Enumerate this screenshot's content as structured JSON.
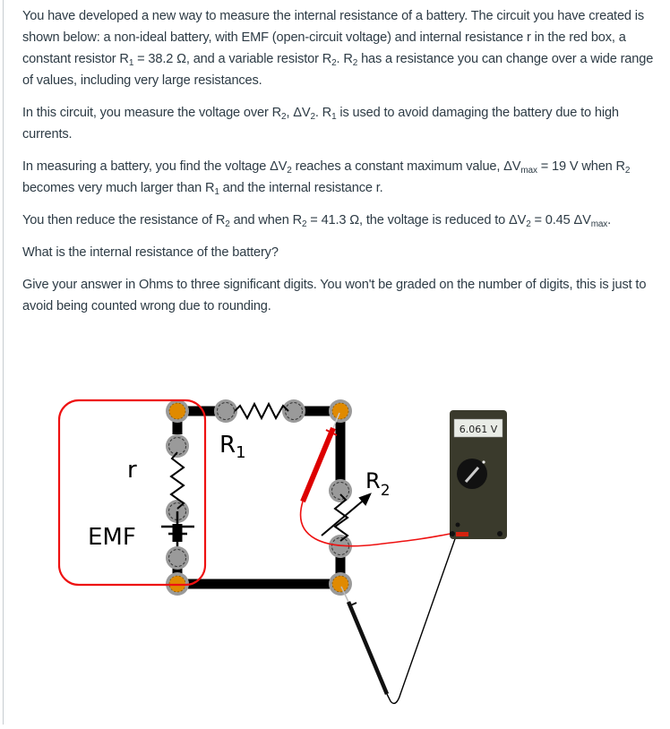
{
  "question": {
    "p1": {
      "a": "You have developed a new way to measure the internal resistance of a battery. The circuit you have created is shown below: a non-ideal battery, with EMF (open-circuit voltage) and internal resistance r in the red box, a constant resistor R",
      "sub1": "1",
      "b": " = 38.2 Ω, and a variable resistor R",
      "sub2": "2",
      "c": ". R",
      "sub3": "2",
      "d": " has a resistance you can change over a wide range of values, including very large resistances."
    },
    "p2": {
      "a": "In this circuit, you measure the voltage over R",
      "sub1": "2",
      "b": ", ΔV",
      "sub2": "2",
      "c": ". R",
      "sub3": "1",
      "d": " is used to avoid damaging the battery due to high currents."
    },
    "p3": {
      "a": "In measuring a battery, you find the voltage ΔV",
      "sub1": "2",
      "b": " reaches a constant maximum value, ΔV",
      "sub2": "max",
      "c": " = 19 V when R",
      "sub3": "2",
      "d": " becomes very much larger than R",
      "sub4": "1",
      "e": " and the internal resistance r."
    },
    "p4": {
      "a": "You then reduce the resistance of R",
      "sub1": "2",
      "b": " and when R",
      "sub2": "2",
      "c": " = 41.3 Ω, the voltage is reduced to ΔV",
      "sub3": "2",
      "d": " = 0.45 ΔV",
      "sub4": "max",
      "e": "."
    },
    "p5": "What is the internal resistance of the battery?",
    "p6": "Give your answer in Ohms to three significant digits. You won't be graded on the number of digits, this is just to avoid being counted wrong due to rounding."
  },
  "figure": {
    "label_r": "r",
    "label_emf": "EMF",
    "label_r1_main": "R",
    "label_r1_sub": "1",
    "label_r2_main": "R",
    "label_r2_sub": "2",
    "meter_reading": "6.061 V"
  },
  "colors": {
    "box_red": "#ee1111",
    "node_orange": "#e08a00",
    "wire": "#000000",
    "meter_body": "#3a3a2c"
  }
}
